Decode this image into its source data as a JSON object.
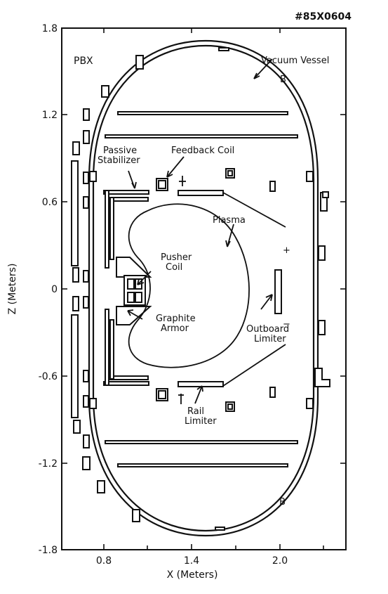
{
  "figure": {
    "id_stamp": "#85X0604",
    "device_label": "PBX"
  },
  "axes": {
    "x_label": "X (Meters)",
    "y_label": "Z (Meters)",
    "x_ticks": [
      "0.8",
      "1.4",
      "2.0"
    ],
    "y_ticks": [
      "1.8",
      "1.2",
      "0.6",
      "0",
      "-0.6",
      "-1.2",
      "-1.8"
    ]
  },
  "labels": {
    "vacuum_vessel": "Vacuum Vessel",
    "passive_stabilizer_1": "Passive",
    "passive_stabilizer_2": "Stabilizer",
    "feedback_coil": "Feedback Coil",
    "plasma": "Plasma",
    "pusher_coil_1": "Pusher",
    "pusher_coil_2": "Coil",
    "graphite_armor_1": "Graphite",
    "graphite_armor_2": "Armor",
    "outboard_limiter_1": "Outboard",
    "outboard_limiter_2": "Limiter",
    "rail_limiter_1": "Rail",
    "rail_limiter_2": "Limiter",
    "b_upper": "B",
    "b_lower": "B",
    "plus": "+",
    "minus": "−"
  }
}
